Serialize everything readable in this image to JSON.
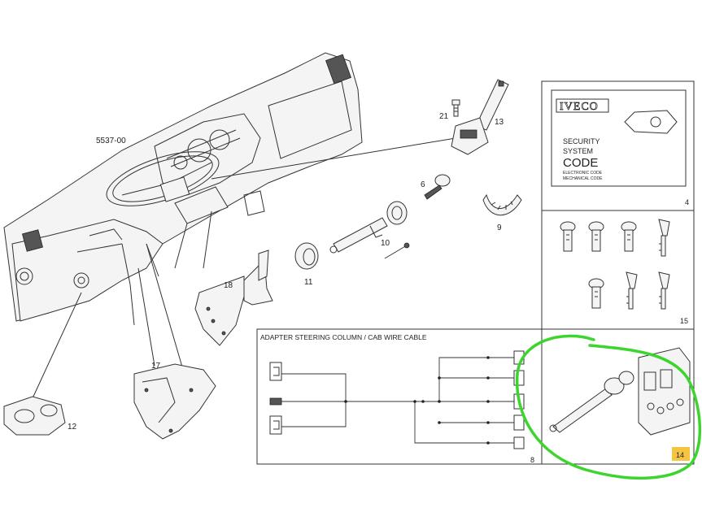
{
  "diagram": {
    "main_label": "5537-00",
    "callouts": {
      "c21": "21",
      "c13": "13",
      "c6": "6",
      "c9": "9",
      "c10": "10",
      "c11": "11",
      "c18": "18",
      "c17": "17",
      "c12": "12"
    },
    "security_card": {
      "brand": "IVECO",
      "line1": "SECURITY",
      "line2": "SYSTEM",
      "line3": "CODE",
      "line4": "ELECTRONIC CODE",
      "line5": "MECHANICAL CODE",
      "number": "4"
    },
    "keys_panel": {
      "number": "15"
    },
    "wiring_panel": {
      "title": "ADAPTER STEERING COLUMN / CAB WIRE CABLE",
      "number": "8"
    },
    "lock_panel": {
      "number": "14",
      "badge_color": "#f5c542"
    },
    "highlight_color": "#3cd52e"
  }
}
